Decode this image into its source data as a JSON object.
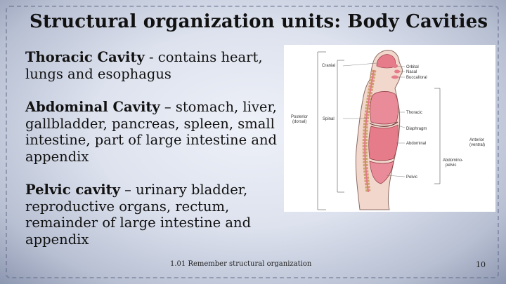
{
  "slide": {
    "title": "Structural organization units: Body Cavities",
    "paragraphs": [
      {
        "term": "Thoracic Cavity",
        "text": "  - contains heart, lungs and esophagus"
      },
      {
        "term": "Abdominal Cavity",
        "text": " – stomach, liver, gallbladder, pancreas, spleen, small intestine, part of large intestine and appendix"
      },
      {
        "term": "Pelvic cavity",
        "text": " – urinary bladder, reproductive organs, rectum, remainder of large intestine and appendix"
      }
    ],
    "footer": "1.01 Remember structural organization",
    "page_number": "10"
  },
  "figure": {
    "labels": {
      "cranial": "Cranial",
      "orbital": "Orbital",
      "nasal": "Nasal",
      "buccal": "Buccal/oral",
      "thoracic": "Thoracic",
      "diaphragm": "Diaphragm",
      "abdominal": "Abdominal",
      "pelvic": "Pelvic",
      "posterior": "Posterior",
      "dorsal": "(dorsal)",
      "spinal": "Spinal",
      "anterior": "Anterior",
      "ventral": "(ventral)",
      "abdominopelvic_1": "Abdomino-",
      "abdominopelvic_2": "pelvic"
    }
  }
}
